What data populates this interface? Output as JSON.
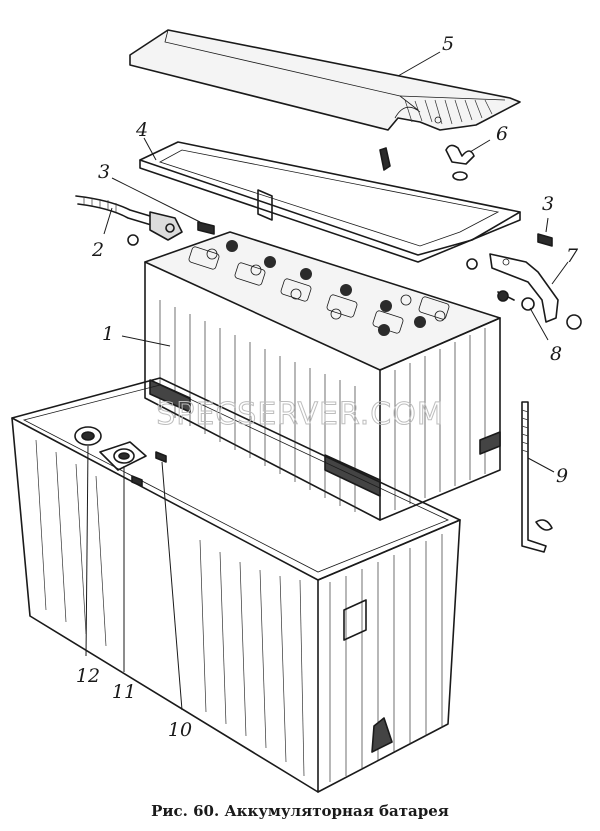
{
  "figure": {
    "caption": "Рис. 60. Аккумуляторная батарея",
    "watermark": "SPECSERVER.COM",
    "callouts": [
      "1",
      "2",
      "3",
      "3",
      "4",
      "5",
      "6",
      "7",
      "8",
      "9",
      "10",
      "11",
      "12"
    ]
  }
}
